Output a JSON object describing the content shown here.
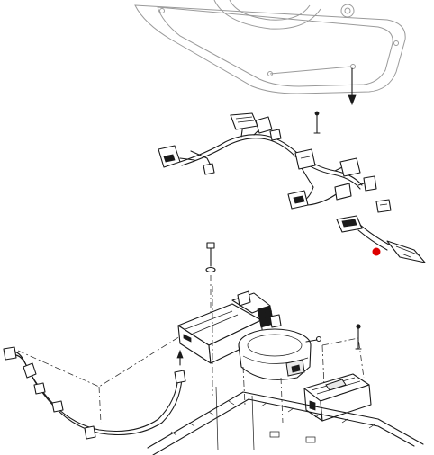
{
  "diagram": {
    "callout_color": "#dd0000",
    "parts": [
      {
        "name": "roof-panel"
      },
      {
        "name": "wiring-harness-upper"
      },
      {
        "name": "connector-plug"
      },
      {
        "name": "control-module-box"
      },
      {
        "name": "round-fan-unit"
      },
      {
        "name": "wiring-harness-lower"
      },
      {
        "name": "relay-block"
      },
      {
        "name": "mounting-bracket"
      }
    ]
  }
}
